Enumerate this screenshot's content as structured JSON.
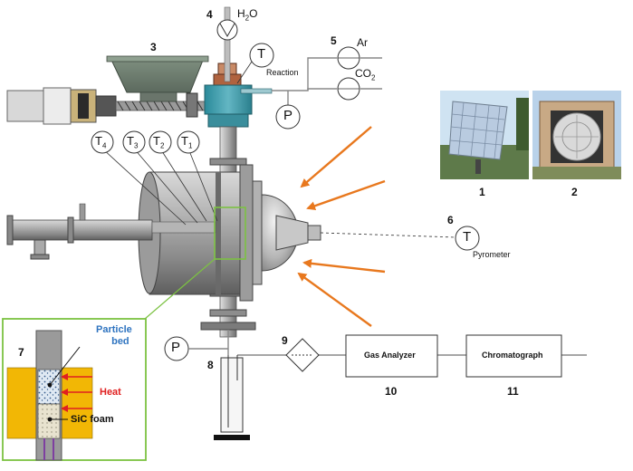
{
  "symbols": {
    "temperature": "T",
    "pressure": "P",
    "thermocouple_subscripts": [
      "4",
      "3",
      "2",
      "1"
    ]
  },
  "labels": {
    "reaction": "Reaction",
    "pyrometer": "Pyrometer",
    "h2o": "H",
    "h2o_sub": "2",
    "h2o_tail": "O",
    "ar": "Ar",
    "co2": "CO",
    "co2_sub": "2",
    "gas_analyzer": "Gas Analyzer",
    "chromatograph": "Chromatograph",
    "particle_bed_line1": "Particle",
    "particle_bed_line2": "bed",
    "heat": "Heat",
    "sic_foam": "SiC foam"
  },
  "numbers": {
    "n1": "1",
    "n2": "2",
    "n3": "3",
    "n4": "4",
    "n5": "5",
    "n6": "6",
    "n7": "7",
    "n8": "8",
    "n9": "9",
    "n10": "10",
    "n11": "11"
  },
  "colors": {
    "orange_arrows": "#e8781e",
    "inset_border": "#7cc242",
    "heat_red": "#e02020",
    "particle_blue": "#2f74c0",
    "foam_yellow": "#f2b705",
    "reactor_grey": "#9a9a9a"
  }
}
